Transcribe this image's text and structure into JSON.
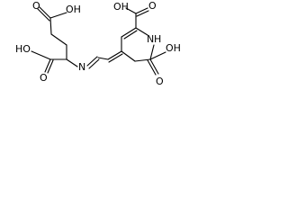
{
  "molecule": {
    "labels": {
      "top_cooh_left": "O",
      "top_oh_left": "OH",
      "cooh_left_ho": "HO",
      "cooh_left_o": "O",
      "imine_n": "N",
      "top_cooh_right": "OH",
      "top_o_right": "O",
      "ring_nh": "N",
      "ring_h": "H",
      "right_cooh": "OH",
      "right_o": "O"
    },
    "colors": {
      "stroke": "#000000",
      "background": "#ffffff"
    }
  }
}
